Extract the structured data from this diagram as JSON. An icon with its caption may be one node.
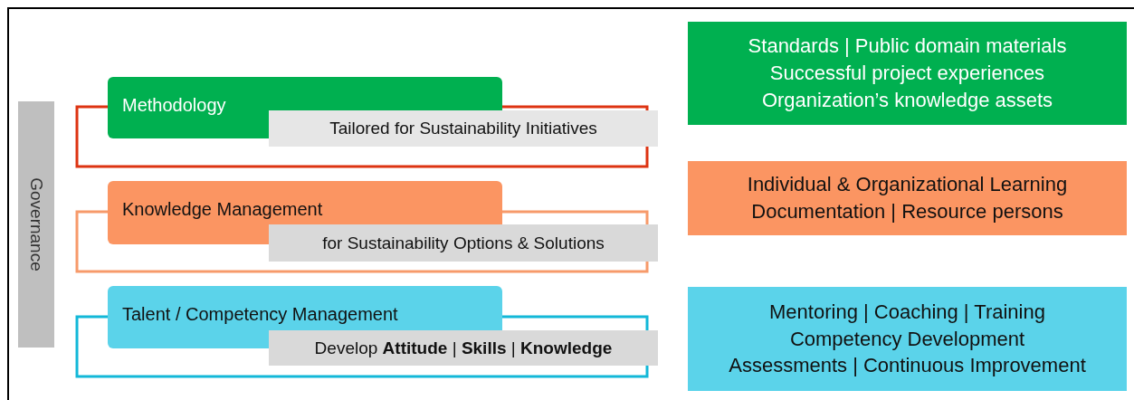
{
  "diagram": {
    "nodes": [
      {
        "text": [
          "Governance"
        ]
      },
      {
        "text": [
          "Methodology"
        ]
      },
      {
        "text": [
          "Tailored for Sustainability Initiatives"
        ]
      },
      {
        "text": [
          "Knowledge Management"
        ]
      },
      {
        "text": [
          "for Sustainability Options & Solutions"
        ]
      },
      {
        "text": [
          "Talent / Competency Management"
        ]
      },
      {
        "text": [
          "Develop **Attitude** | **Skills** | **Knowledge**"
        ]
      },
      {
        "text": [
          "Standards | Public domain materials",
          "Successful project experiences",
          "Organization’s knowledge assets"
        ]
      },
      {
        "text": [
          "Individual & Organizational Learning",
          "Documentation  | Resource persons"
        ]
      },
      {
        "text": [
          "Mentoring | Coaching | Training",
          "Competency Development",
          "Assessments | Continuous Improvement"
        ]
      }
    ]
  }
}
